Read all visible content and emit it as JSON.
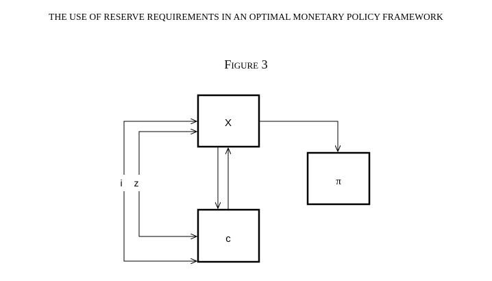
{
  "header": {
    "running_title": "THE USE OF RESERVE REQUIREMENTS IN AN OPTIMAL MONETARY POLICY FRAMEWORK"
  },
  "figure": {
    "label": "Figure 3",
    "nodes": {
      "x": "X",
      "pi": "π",
      "c": "c"
    },
    "inputs": {
      "i": "i",
      "z": "z"
    }
  }
}
